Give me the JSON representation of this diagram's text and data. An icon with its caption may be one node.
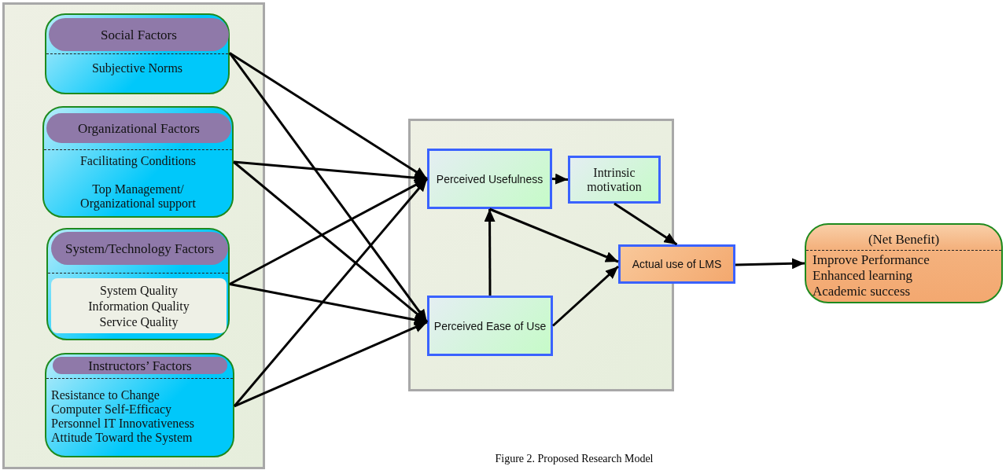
{
  "diagram": {
    "caption": "Figure 2. Proposed Research Model",
    "nodes": [
      {
        "text": [],
        "shape": "box"
      },
      {
        "text": [
          "Social Factors",
          "Subjective Norms"
        ],
        "in": 0
      },
      {
        "text": [
          "Organizational Factors",
          "Facilitating Conditions",
          "Top Management/ Organizational support"
        ],
        "in": 0
      },
      {
        "text": [
          "System/Technology Factors",
          "System Quality",
          "Information Quality",
          "Service Quality"
        ],
        "in": 0
      },
      {
        "text": [
          "Instructors’ Factors",
          "Resistance to Change",
          "Computer Self-Efficacy",
          "Personnel IT Innovativeness",
          "Attitude Toward the System"
        ],
        "in": 0
      },
      {
        "text": [],
        "shape": "box"
      },
      {
        "text": [
          "Perceived Usefulness"
        ],
        "in": 5
      },
      {
        "text": [
          "Intrinsic motivation"
        ],
        "in": 5
      },
      {
        "text": [
          "Perceived Ease of Use"
        ],
        "in": 5
      },
      {
        "text": [
          "Actual use of LMS"
        ]
      },
      {
        "text": [
          "(Net Benefit)",
          "Improve Performance",
          "Enhanced learning",
          "Academic success"
        ]
      }
    ],
    "edges": [
      {
        "from": 1,
        "to": 6,
        "arrow": "to"
      },
      {
        "from": 1,
        "to": 8,
        "arrow": "to"
      },
      {
        "from": 2,
        "to": 6,
        "arrow": "to"
      },
      {
        "from": 2,
        "to": 8,
        "arrow": "to"
      },
      {
        "from": 3,
        "to": 6,
        "arrow": "to"
      },
      {
        "from": 3,
        "to": 8,
        "arrow": "to"
      },
      {
        "from": 4,
        "to": 6,
        "arrow": "to"
      },
      {
        "from": 4,
        "to": 8,
        "arrow": "to"
      },
      {
        "from": 6,
        "to": 7,
        "arrow": "to"
      },
      {
        "from": 8,
        "to": 6,
        "arrow": "to"
      },
      {
        "from": 6,
        "to": 9,
        "arrow": "to"
      },
      {
        "from": 7,
        "to": 9,
        "arrow": "to"
      },
      {
        "from": 8,
        "to": 9,
        "arrow": "to"
      },
      {
        "from": 9,
        "to": 10,
        "arrow": "to"
      }
    ]
  }
}
